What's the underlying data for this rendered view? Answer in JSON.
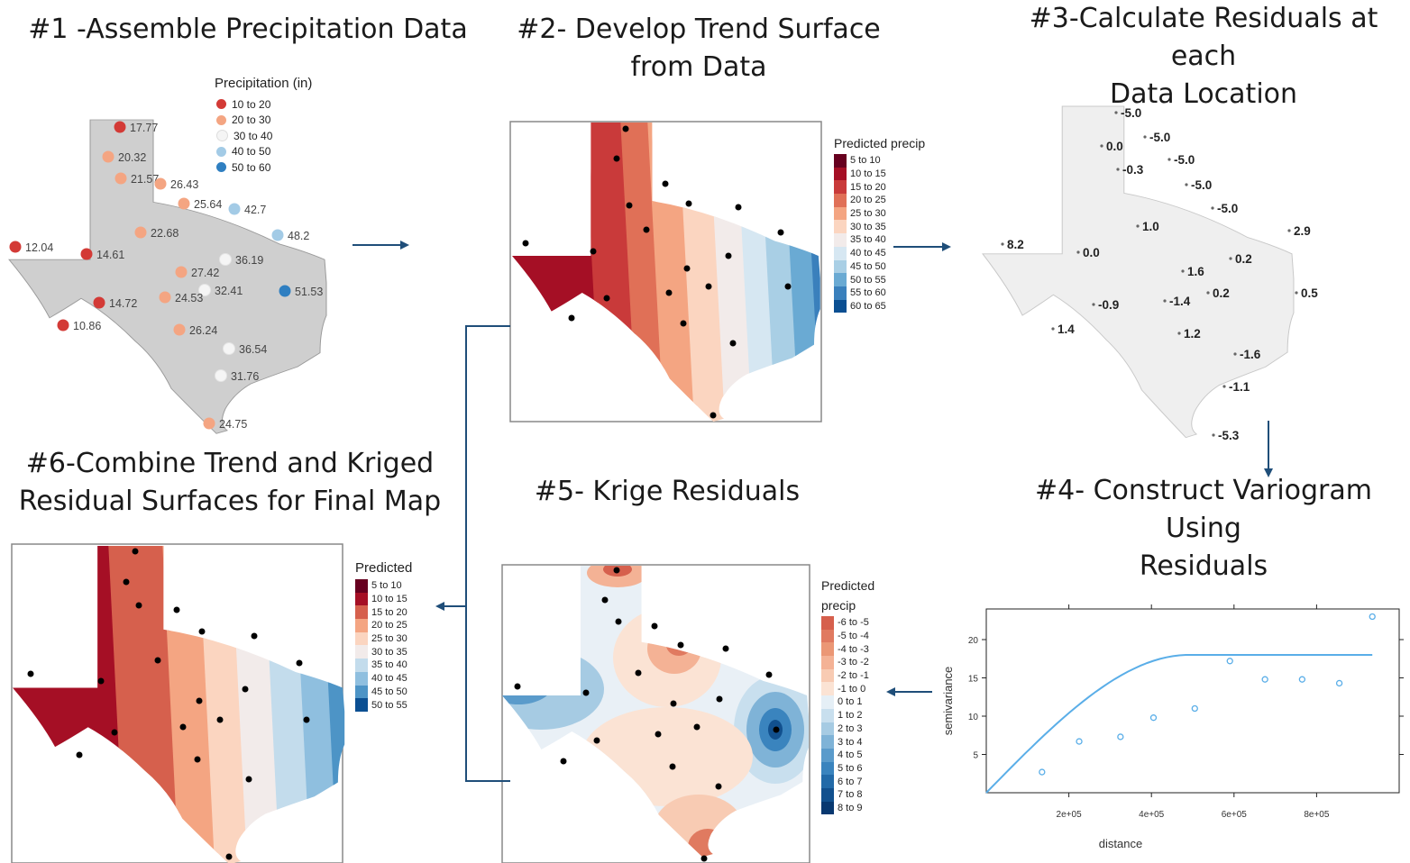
{
  "titles": {
    "p1": "#1 -Assemble Precipitation Data",
    "p2_line1": "#2- Develop Trend Surface",
    "p2_line2": "from Data",
    "p3_line1": "#3-Calculate Residuals at each",
    "p3_line2": "Data Location",
    "p4_line1": "#4- Construct Variogram Using",
    "p4_line2": "Residuals",
    "p5": "#5- Krige Residuals",
    "p6_line1": "#6-Combine Trend and Kriged",
    "p6_line2": "Residual Surfaces for Final Map"
  },
  "panel1": {
    "legend_title": "Precipitation (in)",
    "classes": [
      {
        "label": "10 to 20",
        "color": "#d33a36"
      },
      {
        "label": "20 to 30",
        "color": "#f4a582"
      },
      {
        "label": "30 to 40",
        "color": "#f5f5f5"
      },
      {
        "label": "40 to 50",
        "color": "#a3cbe6"
      },
      {
        "label": "50 to 60",
        "color": "#2f7fc1"
      }
    ],
    "stations": [
      "17.77",
      "20.32",
      "21.57",
      "26.43",
      "25.64",
      "42.7",
      "48.2",
      "22.68",
      "12.04",
      "14.61",
      "36.19",
      "27.42",
      "32.41",
      "51.53",
      "14.72",
      "24.53",
      "10.86",
      "26.24",
      "36.54",
      "31.76",
      "24.75"
    ]
  },
  "panel2": {
    "legend_title": "Predicted precip",
    "classes": [
      {
        "label": "5 to 10",
        "color": "#67001f"
      },
      {
        "label": "10 to 15",
        "color": "#a50f25"
      },
      {
        "label": "15 to 20",
        "color": "#c93a3a"
      },
      {
        "label": "20 to 25",
        "color": "#e07057"
      },
      {
        "label": "25 to 30",
        "color": "#f4a582"
      },
      {
        "label": "30 to 35",
        "color": "#fbd5c0"
      },
      {
        "label": "35 to 40",
        "color": "#f2ebea"
      },
      {
        "label": "40 to 45",
        "color": "#d6e7f2"
      },
      {
        "label": "45 to 50",
        "color": "#a9cfe5"
      },
      {
        "label": "50 to 55",
        "color": "#6aaad3"
      },
      {
        "label": "55 to 60",
        "color": "#3a80bc"
      },
      {
        "label": "60 to 65",
        "color": "#0b4f92"
      }
    ]
  },
  "panel3": {
    "residuals": [
      "-5.0",
      "-5.0",
      "0.0",
      "-5.0",
      "-0.3",
      "-5.0",
      "-5.0",
      "8.2",
      "1.0",
      "2.9",
      "0.0",
      "1.6",
      "0.2",
      "0.2",
      "0.5",
      "-0.9",
      "-1.4",
      "1.4",
      "1.2",
      "-1.6",
      "-1.1",
      "-5.3"
    ]
  },
  "panel4": {
    "chart_data": {
      "type": "scatter",
      "xlabel": "distance",
      "ylabel": "semivariance",
      "x_ticks": [
        "2e+05",
        "4e+05",
        "6e+05",
        "8e+05"
      ],
      "y_ticks": [
        "5",
        "10",
        "15",
        "20"
      ],
      "xlim": [
        0,
        1000000
      ],
      "ylim": [
        0,
        24
      ],
      "points": [
        {
          "x": 135000,
          "y": 2.7
        },
        {
          "x": 225000,
          "y": 6.7
        },
        {
          "x": 325000,
          "y": 7.3
        },
        {
          "x": 405000,
          "y": 9.8
        },
        {
          "x": 505000,
          "y": 11.0
        },
        {
          "x": 590000,
          "y": 17.2
        },
        {
          "x": 675000,
          "y": 14.8
        },
        {
          "x": 765000,
          "y": 14.8
        },
        {
          "x": 855000,
          "y": 14.3
        },
        {
          "x": 935000,
          "y": 23.0
        }
      ],
      "model": {
        "sill": 18,
        "range": 490000
      },
      "color": "#5aaee8"
    }
  },
  "panel5": {
    "legend_title_line1": "Predicted",
    "legend_title_line2": "precip",
    "classes": [
      {
        "label": "-6 to -5",
        "color": "#d6604d"
      },
      {
        "label": "-5 to -4",
        "color": "#e07a60"
      },
      {
        "label": "-4 to -3",
        "color": "#eb9775"
      },
      {
        "label": "-3 to -2",
        "color": "#f4b295"
      },
      {
        "label": "-2 to -1",
        "color": "#f8cbb3"
      },
      {
        "label": "-1 to 0",
        "color": "#fbe3d4"
      },
      {
        "label": "0 to 1",
        "color": "#e5eff6"
      },
      {
        "label": "1 to 2",
        "color": "#c8dfee"
      },
      {
        "label": "2 to 3",
        "color": "#a6cbe3"
      },
      {
        "label": "3 to 4",
        "color": "#7fb3d7"
      },
      {
        "label": "4 to 5",
        "color": "#5a9bcb"
      },
      {
        "label": "5 to 6",
        "color": "#3a84be"
      },
      {
        "label": "6 to 7",
        "color": "#226aa8"
      },
      {
        "label": "7 to 8",
        "color": "#11508e"
      },
      {
        "label": "8 to 9",
        "color": "#083870"
      }
    ]
  },
  "panel6": {
    "legend_title": "Predicted",
    "classes": [
      {
        "label": "5 to 10",
        "color": "#67001f"
      },
      {
        "label": "10 to 15",
        "color": "#a50f25"
      },
      {
        "label": "15 to 20",
        "color": "#d6604d"
      },
      {
        "label": "20 to 25",
        "color": "#f4a582"
      },
      {
        "label": "25 to 30",
        "color": "#fbd5c0"
      },
      {
        "label": "30 to 35",
        "color": "#f2ebea"
      },
      {
        "label": "35 to 40",
        "color": "#c3dcec"
      },
      {
        "label": "40 to 45",
        "color": "#8fbfdf"
      },
      {
        "label": "45 to 50",
        "color": "#4d94c6"
      },
      {
        "label": "50 to 55",
        "color": "#0b4f92"
      }
    ]
  },
  "colors": {
    "arrow": "#1f4e79",
    "state_fill": "#cfcfcf",
    "state_fill_light": "#efefef"
  }
}
